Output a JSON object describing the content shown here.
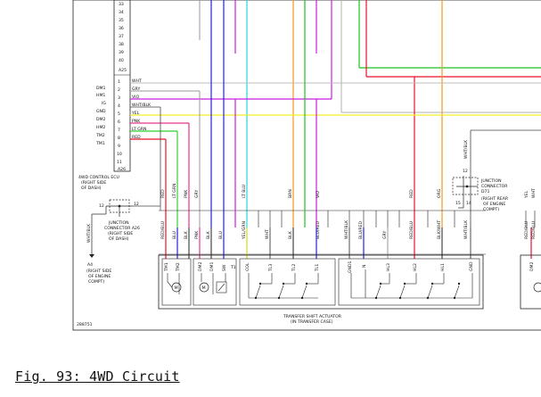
{
  "caption": "Fig. 93: 4WD Circuit",
  "figure_id": "288751",
  "ecu": {
    "label_lines": [
      "4WD CONTROL ECU",
      "(RIGHT SIDE",
      "OF DASH)"
    ],
    "connector_top": "A25",
    "connector_bottom": "A26",
    "upper_pins": [
      "33",
      "34",
      "35",
      "36",
      "37",
      "38",
      "39",
      "40"
    ],
    "lower_pins": [
      "1",
      "2",
      "3",
      "4",
      "5",
      "6",
      "7",
      "8",
      "9",
      "10",
      "11"
    ],
    "side_labels": [
      "DM1",
      "HM1",
      "IG",
      "GND",
      "DM2",
      "HM2",
      "TM2",
      "TM1"
    ],
    "wire_labels": [
      "WHT",
      "GRY",
      "VIO",
      "WHT/BLK",
      "YEL",
      "PNK",
      "LT GRN",
      "RED"
    ]
  },
  "jc_left": {
    "pin_left": "12",
    "pin_right": "12",
    "label_lines": [
      "JUNCTION",
      "CONNECTOR A26",
      "(RIGHT SIDE",
      "OF DASH)"
    ]
  },
  "jc_right": {
    "pin_top": "12",
    "pin_left": "15",
    "pin_right": "14",
    "label_lines": [
      "JUNCTION",
      "CONNECTOR",
      "D71",
      "(RIGHT REAR",
      "OF ENGINE",
      "COMPT)"
    ]
  },
  "ground": {
    "id": "A4",
    "label_lines": [
      "(RIGHT SIDE",
      "OF ENGINE",
      "COMPT)"
    ]
  },
  "top_vertical_labels": [
    "RED",
    "LT GRN",
    "PNK",
    "GRY",
    "LT BLU",
    "BRN",
    "VIO",
    "RED",
    "ORG",
    "WHT/BLK",
    "YEL",
    "WHT"
  ],
  "mid_vertical_labels": [
    "RED/BLU",
    "BLU",
    "BLK",
    "PNK",
    "BLK",
    "BLU",
    "YEL/GRN",
    "WHT",
    "BLK",
    "BLU/RED",
    "WHT/BLK",
    "BLU/RED",
    "GRY",
    "RED/BLU",
    "BLK/WHT",
    "WHT/BLK",
    "RED/BLU",
    "RED/BLU"
  ],
  "pin_labels": [
    "TM1",
    "TM2",
    "DM2",
    "DM1",
    "SW",
    "T1",
    "COL",
    "TL3",
    "TL2",
    "TL1",
    "GND1",
    "N",
    "HL3",
    "HL2",
    "HL1",
    "GND",
    "DM2"
  ],
  "actuator": {
    "label_lines": [
      "TRANSFER SHIFT ACTUATOR",
      "(IN TRANSFER CASE)"
    ]
  },
  "wire_colors": {
    "red": "#e8112d",
    "pink": "#e6358c",
    "lt_grn": "#2ed12e",
    "yellow": "#f1ef2a",
    "violet": "#c81ee0",
    "cyan": "#1dd8e0",
    "green": "#1fc21f",
    "orange": "#f29a1a",
    "blue": "#2323d8",
    "grey": "#9a9a9a",
    "black": "#111111"
  }
}
